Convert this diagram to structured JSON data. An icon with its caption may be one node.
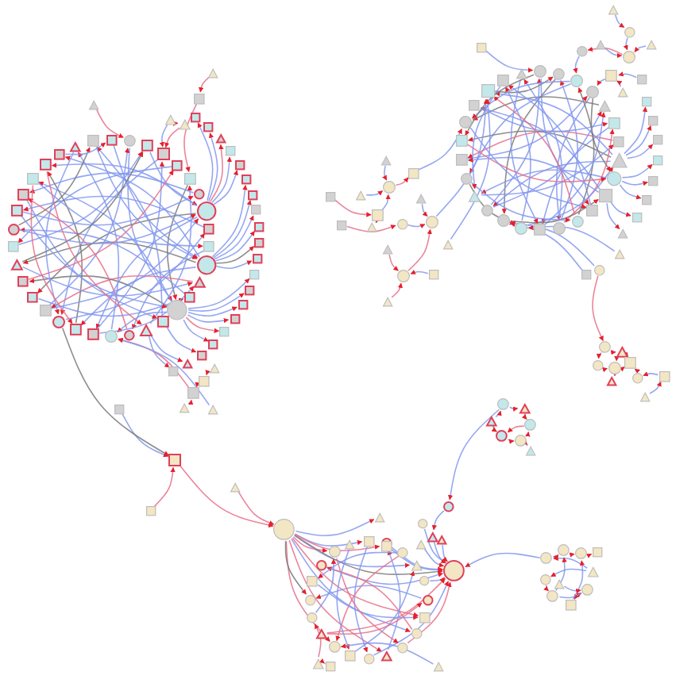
{
  "diagram": {
    "nodes": [
      {
        "text": [],
        "shape": "box"
      },
      {
        "text": [],
        "shape": "circle"
      },
      {
        "text": [],
        "shape": "box"
      },
      {
        "text": [],
        "shape": "box"
      },
      {
        "text": [],
        "shape": "box"
      },
      {
        "text": [],
        "shape": "box"
      },
      {
        "text": [],
        "shape": "circle"
      },
      {
        "text": [],
        "shape": "circle"
      },
      {
        "text": [],
        "shape": "box"
      },
      {
        "text": [],
        "shape": "box"
      },
      {
        "text": [],
        "shape": "circle"
      },
      {
        "text": [],
        "shape": "triangle"
      },
      {
        "text": [],
        "shape": "box"
      },
      {
        "text": [],
        "shape": "circle"
      },
      {
        "text": [],
        "shape": "box"
      },
      {
        "text": [],
        "shape": "triangle"
      },
      {
        "text": [],
        "shape": "circle"
      },
      {
        "text": [],
        "shape": "circle"
      },
      {
        "text": [],
        "shape": "box"
      },
      {
        "text": [],
        "shape": "box"
      },
      {
        "text": [],
        "shape": "circle"
      },
      {
        "text": [],
        "shape": "box"
      },
      {
        "text": [],
        "shape": "box"
      },
      {
        "text": [],
        "shape": "box"
      },
      {
        "text": [],
        "shape": "triangle"
      },
      {
        "text": [],
        "shape": "box"
      },
      {
        "text": [],
        "shape": "circle"
      },
      {
        "text": [],
        "shape": "box"
      },
      {
        "text": [],
        "shape": "box"
      },
      {
        "text": [],
        "shape": "box"
      },
      {
        "text": [],
        "shape": "box"
      },
      {
        "text": [],
        "shape": "box"
      },
      {
        "text": [],
        "shape": "triangle"
      },
      {
        "text": [],
        "shape": "box"
      },
      {
        "text": [],
        "shape": "box"
      },
      {
        "text": [],
        "shape": "box"
      },
      {
        "text": [],
        "shape": "triangle"
      },
      {
        "text": [],
        "shape": "box"
      },
      {
        "text": [],
        "shape": "box"
      },
      {
        "text": [],
        "shape": "box"
      },
      {
        "text": [],
        "shape": "box"
      },
      {
        "text": [],
        "shape": "box"
      },
      {
        "text": [],
        "shape": "box"
      },
      {
        "text": [],
        "shape": "box"
      },
      {
        "text": [],
        "shape": "box"
      },
      {
        "text": [],
        "shape": "box"
      },
      {
        "text": [],
        "shape": "box"
      },
      {
        "text": [],
        "shape": "box"
      },
      {
        "text": [],
        "shape": "box"
      },
      {
        "text": [],
        "shape": "box"
      },
      {
        "text": [],
        "shape": "box"
      },
      {
        "text": [],
        "shape": "box"
      },
      {
        "text": [],
        "shape": "triangle"
      },
      {
        "text": [],
        "shape": "box"
      },
      {
        "text": [],
        "shape": "triangle"
      },
      {
        "text": [],
        "shape": "box"
      },
      {
        "text": [],
        "shape": "triangle"
      },
      {
        "text": [],
        "shape": "triangle"
      },
      {
        "text": [],
        "shape": "triangle"
      },
      {
        "text": [],
        "shape": "triangle"
      },
      {
        "text": [],
        "shape": "box"
      },
      {
        "text": [],
        "shape": "box"
      },
      {
        "text": [],
        "shape": "triangle"
      },
      {
        "text": [],
        "shape": "triangle"
      },
      {
        "text": [],
        "shape": "box"
      },
      {
        "text": [],
        "shape": "circle"
      },
      {
        "text": [],
        "shape": "circle"
      },
      {
        "text": [],
        "shape": "circle"
      },
      {
        "text": [],
        "shape": "circle"
      },
      {
        "text": [],
        "shape": "triangle"
      },
      {
        "text": [],
        "shape": "box"
      },
      {
        "text": [],
        "shape": "box"
      },
      {
        "text": [],
        "shape": "triangle"
      },
      {
        "text": [],
        "shape": "circle"
      },
      {
        "text": [],
        "shape": "box"
      },
      {
        "text": [],
        "shape": "box"
      },
      {
        "text": [],
        "shape": "circle"
      },
      {
        "text": [],
        "shape": "circle"
      },
      {
        "text": [],
        "shape": "box"
      },
      {
        "text": [],
        "shape": "circle"
      },
      {
        "text": [],
        "shape": "circle"
      },
      {
        "text": [],
        "shape": "circle"
      },
      {
        "text": [],
        "shape": "triangle"
      },
      {
        "text": [],
        "shape": "circle"
      },
      {
        "text": [],
        "shape": "box"
      },
      {
        "text": [],
        "shape": "box"
      },
      {
        "text": [],
        "shape": "circle"
      },
      {
        "text": [],
        "shape": "box"
      },
      {
        "text": [],
        "shape": "box"
      },
      {
        "text": [],
        "shape": "box"
      },
      {
        "text": [],
        "shape": "triangle"
      },
      {
        "text": [],
        "shape": "box"
      },
      {
        "text": [],
        "shape": "box"
      },
      {
        "text": [],
        "shape": "box"
      },
      {
        "text": [],
        "shape": "box"
      },
      {
        "text": [],
        "shape": "box"
      },
      {
        "text": [],
        "shape": "box"
      },
      {
        "text": [],
        "shape": "box"
      },
      {
        "text": [],
        "shape": "triangle"
      },
      {
        "text": [],
        "shape": "triangle"
      },
      {
        "text": [],
        "shape": "circle"
      },
      {
        "text": [],
        "shape": "triangle"
      },
      {
        "text": [],
        "shape": "triangle"
      },
      {
        "text": [],
        "shape": "circle"
      },
      {
        "text": [],
        "shape": "circle"
      },
      {
        "text": [],
        "shape": "box"
      },
      {
        "text": [],
        "shape": "triangle"
      },
      {
        "text": [],
        "shape": "box"
      },
      {
        "text": [],
        "shape": "box"
      },
      {
        "text": [],
        "shape": "box"
      },
      {
        "text": [],
        "shape": "triangle"
      },
      {
        "text": [],
        "shape": "circle"
      },
      {
        "text": [],
        "shape": "triangle"
      },
      {
        "text": [],
        "shape": "box"
      },
      {
        "text": [],
        "shape": "box"
      },
      {
        "text": [],
        "shape": "triangle"
      },
      {
        "text": [],
        "shape": "box"
      },
      {
        "text": [],
        "shape": "circle"
      },
      {
        "text": [],
        "shape": "circle"
      },
      {
        "text": [],
        "shape": "triangle"
      },
      {
        "text": [],
        "shape": "triangle"
      },
      {
        "text": [],
        "shape": "circle"
      },
      {
        "text": [],
        "shape": "triangle"
      },
      {
        "text": [],
        "shape": "triangle"
      },
      {
        "text": [],
        "shape": "box"
      },
      {
        "text": [],
        "shape": "box"
      },
      {
        "text": [],
        "shape": "circle"
      },
      {
        "text": [],
        "shape": "triangle"
      },
      {
        "text": [],
        "shape": "circle"
      },
      {
        "text": [],
        "shape": "triangle"
      },
      {
        "text": [],
        "shape": "circle"
      },
      {
        "text": [],
        "shape": "circle"
      },
      {
        "text": [],
        "shape": "box"
      },
      {
        "text": [],
        "shape": "triangle"
      },
      {
        "text": [],
        "shape": "circle"
      },
      {
        "text": [],
        "shape": "box"
      },
      {
        "text": [],
        "shape": "triangle"
      },
      {
        "text": [],
        "shape": "box"
      },
      {
        "text": [],
        "shape": "box"
      },
      {
        "text": [],
        "shape": "triangle"
      },
      {
        "text": [],
        "shape": "box"
      },
      {
        "text": [],
        "shape": "circle"
      },
      {
        "text": [],
        "shape": "circle"
      },
      {
        "text": [],
        "shape": "triangle"
      },
      {
        "text": [],
        "shape": "circle"
      },
      {
        "text": [],
        "shape": "circle"
      },
      {
        "text": [],
        "shape": "box"
      },
      {
        "text": [],
        "shape": "circle"
      },
      {
        "text": [],
        "shape": "circle"
      },
      {
        "text": [],
        "shape": "triangle"
      },
      {
        "text": [],
        "shape": "circle"
      },
      {
        "text": [],
        "shape": "box"
      },
      {
        "text": [],
        "shape": "circle"
      },
      {
        "text": [],
        "shape": "triangle"
      },
      {
        "text": [],
        "shape": "circle"
      },
      {
        "text": [],
        "shape": "circle"
      },
      {
        "text": [],
        "shape": "box"
      },
      {
        "text": [],
        "shape": "circle"
      },
      {
        "text": [],
        "shape": "circle"
      },
      {
        "text": [],
        "shape": "triangle"
      },
      {
        "text": [],
        "shape": "circle"
      },
      {
        "text": [],
        "shape": "circle"
      },
      {
        "text": [],
        "shape": "triangle"
      },
      {
        "text": [],
        "shape": "box"
      },
      {
        "text": [],
        "shape": "triangle"
      },
      {
        "text": [],
        "shape": "triangle"
      },
      {
        "text": [],
        "shape": "triangle"
      },
      {
        "text": [],
        "shape": "triangle"
      },
      {
        "text": [],
        "shape": "box"
      },
      {
        "text": [],
        "shape": "circle"
      },
      {
        "text": [],
        "shape": "circle"
      },
      {
        "text": [],
        "shape": "triangle"
      },
      {
        "text": [],
        "shape": "circle"
      },
      {
        "text": [],
        "shape": "triangle"
      },
      {
        "text": [],
        "shape": "circle"
      },
      {
        "text": [],
        "shape": "circle"
      },
      {
        "text": [],
        "shape": "circle"
      },
      {
        "text": [],
        "shape": "triangle"
      },
      {
        "text": [],
        "shape": "triangle"
      },
      {
        "text": [],
        "shape": "circle"
      },
      {
        "text": [],
        "shape": "circle"
      },
      {
        "text": [],
        "shape": "circle"
      },
      {
        "text": [],
        "shape": "box"
      },
      {
        "text": [],
        "shape": "triangle"
      },
      {
        "text": [],
        "shape": "circle"
      },
      {
        "text": [],
        "shape": "circle"
      },
      {
        "text": [],
        "shape": "circle"
      },
      {
        "text": [],
        "shape": "box"
      },
      {
        "text": [],
        "shape": "triangle"
      }
    ],
    "edges": [
      {
        "from": 0,
        "to": 10,
        "arrow": "to"
      },
      {
        "from": 1,
        "to": 13,
        "arrow": "to"
      },
      {
        "from": 2,
        "to": 7,
        "arrow": "to"
      },
      {
        "from": 3,
        "to": 20,
        "arrow": "to"
      },
      {
        "from": 4,
        "to": 25,
        "arrow": "to"
      },
      {
        "from": 5,
        "to": 13,
        "arrow": "to",
        "color": "#7a7a7a"
      },
      {
        "from": 6,
        "to": 28,
        "arrow": "to"
      },
      {
        "from": 7,
        "to": 18,
        "arrow": "to"
      },
      {
        "from": 7,
        "to": 22,
        "arrow": "to",
        "color": "#7a7a7a"
      },
      {
        "from": 7,
        "to": 30,
        "arrow": "to"
      },
      {
        "from": 8,
        "to": 27,
        "arrow": "to"
      },
      {
        "from": 9,
        "to": 16,
        "arrow": "to"
      },
      {
        "from": 10,
        "to": 19,
        "arrow": "to"
      },
      {
        "from": 10,
        "to": 24,
        "arrow": "to",
        "color": "#7a7a7a"
      },
      {
        "from": 10,
        "to": 31,
        "arrow": "to"
      },
      {
        "from": 11,
        "to": 21,
        "arrow": "to",
        "color": "#e8708a"
      },
      {
        "from": 12,
        "to": 26,
        "arrow": "to"
      },
      {
        "from": 13,
        "to": 17,
        "arrow": "to"
      },
      {
        "from": 13,
        "to": 23,
        "arrow": "to",
        "color": "#7a7a7a"
      },
      {
        "from": 13,
        "to": 29,
        "arrow": "to"
      },
      {
        "from": 14,
        "to": 33,
        "arrow": "to"
      },
      {
        "from": 15,
        "to": 5,
        "arrow": "to"
      },
      {
        "from": 16,
        "to": 28,
        "arrow": "to",
        "color": "#e8708a"
      },
      {
        "from": 17,
        "to": 32,
        "arrow": "to"
      },
      {
        "from": 18,
        "to": 3,
        "arrow": "to"
      },
      {
        "from": 19,
        "to": 30,
        "arrow": "to",
        "color": "#7a7a7a"
      },
      {
        "from": 20,
        "to": 8,
        "arrow": "to"
      },
      {
        "from": 21,
        "to": 1,
        "arrow": "to"
      },
      {
        "from": 22,
        "to": 12,
        "arrow": "to"
      },
      {
        "from": 23,
        "to": 4,
        "arrow": "to",
        "color": "#e8708a"
      },
      {
        "from": 24,
        "to": 11,
        "arrow": "to"
      },
      {
        "from": 25,
        "to": 2,
        "arrow": "to"
      },
      {
        "from": 26,
        "to": 33,
        "arrow": "to",
        "color": "#7a7a7a"
      },
      {
        "from": 27,
        "to": 6,
        "arrow": "to"
      },
      {
        "from": 28,
        "to": 14,
        "arrow": "to"
      },
      {
        "from": 29,
        "to": 9,
        "arrow": "to"
      },
      {
        "from": 30,
        "to": 15,
        "arrow": "to",
        "color": "#e8708a"
      },
      {
        "from": 31,
        "to": 0,
        "arrow": "to"
      },
      {
        "from": 32,
        "to": 20,
        "arrow": "to"
      },
      {
        "from": 33,
        "to": 10,
        "arrow": "to"
      },
      {
        "from": 18,
        "to": 11,
        "arrow": "to"
      },
      {
        "from": 21,
        "to": 7,
        "arrow": "to"
      },
      {
        "from": 24,
        "to": 2,
        "arrow": "to",
        "color": "#7a7a7a"
      },
      {
        "from": 27,
        "to": 13,
        "arrow": "to"
      },
      {
        "from": 29,
        "to": 19,
        "arrow": "to",
        "color": "#e8708a"
      },
      {
        "from": 26,
        "to": 7,
        "arrow": "to"
      },
      {
        "from": 7,
        "to": 34,
        "arrow": "to"
      },
      {
        "from": 7,
        "to": 35,
        "arrow": "to"
      },
      {
        "from": 7,
        "to": 36,
        "arrow": "to",
        "color": "#e8708a"
      },
      {
        "from": 7,
        "to": 37,
        "arrow": "to"
      },
      {
        "from": 7,
        "to": 38,
        "arrow": "to"
      },
      {
        "from": 10,
        "to": 39,
        "arrow": "to"
      },
      {
        "from": 10,
        "to": 40,
        "arrow": "to"
      },
      {
        "from": 10,
        "to": 41,
        "arrow": "to"
      },
      {
        "from": 10,
        "to": 42,
        "arrow": "to"
      },
      {
        "from": 10,
        "to": 43,
        "arrow": "to",
        "color": "#7a7a7a"
      },
      {
        "from": 10,
        "to": 44,
        "arrow": "to"
      },
      {
        "from": 13,
        "to": 45,
        "arrow": "to"
      },
      {
        "from": 13,
        "to": 46,
        "arrow": "to"
      },
      {
        "from": 13,
        "to": 47,
        "arrow": "to"
      },
      {
        "from": 13,
        "to": 48,
        "arrow": "to"
      },
      {
        "from": 13,
        "to": 49,
        "arrow": "to",
        "color": "#e8708a"
      },
      {
        "from": 13,
        "to": 50,
        "arrow": "to"
      },
      {
        "from": 14,
        "to": 51,
        "arrow": "to"
      },
      {
        "from": 15,
        "to": 52,
        "arrow": "to"
      },
      {
        "from": 15,
        "to": 53,
        "arrow": "to"
      },
      {
        "from": 54,
        "to": 55,
        "arrow": "to",
        "color": "#e8708a"
      },
      {
        "from": 55,
        "to": 5,
        "arrow": "to",
        "color": "#e8708a"
      },
      {
        "from": 56,
        "to": 57,
        "arrow": "to"
      },
      {
        "from": 57,
        "to": 3,
        "arrow": "to",
        "color": "#e8708a"
      },
      {
        "from": 56,
        "to": 3,
        "arrow": "to"
      },
      {
        "from": 58,
        "to": 1,
        "arrow": "to",
        "color": "#e8708a"
      },
      {
        "from": 59,
        "to": 60,
        "arrow": "to"
      },
      {
        "from": 60,
        "to": 61,
        "arrow": "to",
        "color": "#e8708a"
      },
      {
        "from": 62,
        "to": 61,
        "arrow": "to"
      },
      {
        "from": 61,
        "to": 17,
        "arrow": "to",
        "color": "#e8708a"
      },
      {
        "from": 63,
        "to": 17,
        "arrow": "to"
      },
      {
        "from": 64,
        "to": 137,
        "arrow": "to"
      },
      {
        "from": 20,
        "to": 137,
        "arrow": "to",
        "color": "#7a7a7a"
      },
      {
        "from": 137,
        "to": 160,
        "arrow": "to",
        "color": "#e8708a"
      },
      {
        "from": 138,
        "to": 137,
        "arrow": "to",
        "color": "#e8708a"
      },
      {
        "from": 139,
        "to": 160,
        "arrow": "to",
        "color": "#e8708a"
      },
      {
        "from": 65,
        "to": 75,
        "arrow": "to"
      },
      {
        "from": 66,
        "to": 80,
        "arrow": "to",
        "color": "#7a7a7a"
      },
      {
        "from": 67,
        "to": 83,
        "arrow": "to"
      },
      {
        "from": 68,
        "to": 77,
        "arrow": "to"
      },
      {
        "from": 69,
        "to": 86,
        "arrow": "to",
        "color": "#7a7a7a"
      },
      {
        "from": 70,
        "to": 78,
        "arrow": "to"
      },
      {
        "from": 71,
        "to": 84,
        "arrow": "to",
        "color": "#e8708a"
      },
      {
        "from": 72,
        "to": 81,
        "arrow": "to"
      },
      {
        "from": 72,
        "to": 85,
        "arrow": "to",
        "color": "#7a7a7a"
      },
      {
        "from": 72,
        "to": 88,
        "arrow": "to"
      },
      {
        "from": 73,
        "to": 82,
        "arrow": "to"
      },
      {
        "from": 74,
        "to": 87,
        "arrow": "to"
      },
      {
        "from": 75,
        "to": 89,
        "arrow": "to"
      },
      {
        "from": 76,
        "to": 67,
        "arrow": "to",
        "color": "#7a7a7a"
      },
      {
        "from": 77,
        "to": 66,
        "arrow": "to"
      },
      {
        "from": 77,
        "to": 70,
        "arrow": "to",
        "color": "#e8708a"
      },
      {
        "from": 77,
        "to": 90,
        "arrow": "to"
      },
      {
        "from": 78,
        "to": 69,
        "arrow": "to"
      },
      {
        "from": 79,
        "to": 72,
        "arrow": "to"
      },
      {
        "from": 80,
        "to": 74,
        "arrow": "to",
        "color": "#7a7a7a"
      },
      {
        "from": 81,
        "to": 65,
        "arrow": "to"
      },
      {
        "from": 82,
        "to": 71,
        "arrow": "to"
      },
      {
        "from": 83,
        "to": 76,
        "arrow": "to"
      },
      {
        "from": 83,
        "to": 79,
        "arrow": "to",
        "color": "#7a7a7a"
      },
      {
        "from": 84,
        "to": 68,
        "arrow": "to"
      },
      {
        "from": 85,
        "to": 73,
        "arrow": "to",
        "color": "#e8708a"
      },
      {
        "from": 86,
        "to": 75,
        "arrow": "to"
      },
      {
        "from": 87,
        "to": 70,
        "arrow": "to"
      },
      {
        "from": 88,
        "to": 66,
        "arrow": "to",
        "color": "#7a7a7a"
      },
      {
        "from": 89,
        "to": 82,
        "arrow": "to"
      },
      {
        "from": 90,
        "to": 78,
        "arrow": "to"
      },
      {
        "from": 67,
        "to": 86,
        "arrow": "to"
      },
      {
        "from": 68,
        "to": 73,
        "arrow": "to",
        "color": "#7a7a7a"
      },
      {
        "from": 74,
        "to": 84,
        "arrow": "to"
      },
      {
        "from": 76,
        "to": 88,
        "arrow": "to",
        "color": "#e8708a"
      },
      {
        "from": 79,
        "to": 89,
        "arrow": "to"
      },
      {
        "from": 81,
        "to": 69,
        "arrow": "to"
      },
      {
        "from": 65,
        "to": 85,
        "arrow": "to",
        "color": "#7a7a7a"
      },
      {
        "from": 72,
        "to": 91,
        "arrow": "to"
      },
      {
        "from": 72,
        "to": 92,
        "arrow": "to"
      },
      {
        "from": 72,
        "to": 93,
        "arrow": "to"
      },
      {
        "from": 73,
        "to": 94,
        "arrow": "to"
      },
      {
        "from": 73,
        "to": 95,
        "arrow": "to"
      },
      {
        "from": 73,
        "to": 96,
        "arrow": "to"
      },
      {
        "from": 74,
        "to": 97,
        "arrow": "to"
      },
      {
        "from": 74,
        "to": 98,
        "arrow": "to"
      },
      {
        "from": 99,
        "to": 100,
        "arrow": "to"
      },
      {
        "from": 100,
        "to": 103,
        "arrow": "to"
      },
      {
        "from": 101,
        "to": 103,
        "arrow": "to"
      },
      {
        "from": 102,
        "to": 103,
        "arrow": "to"
      },
      {
        "from": 103,
        "to": 104,
        "arrow": "to",
        "color": "#e8708a"
      },
      {
        "from": 104,
        "to": 67,
        "arrow": "to"
      },
      {
        "from": 106,
        "to": 105,
        "arrow": "to"
      },
      {
        "from": 105,
        "to": 68,
        "arrow": "to"
      },
      {
        "from": 107,
        "to": 105,
        "arrow": "to"
      },
      {
        "from": 108,
        "to": 65,
        "arrow": "to"
      },
      {
        "from": 109,
        "to": 86,
        "arrow": "to"
      },
      {
        "from": 110,
        "to": 111,
        "arrow": "to"
      },
      {
        "from": 111,
        "to": 109,
        "arrow": "to",
        "color": "#e8708a"
      },
      {
        "from": 112,
        "to": 111,
        "arrow": "to"
      },
      {
        "from": 113,
        "to": 114,
        "arrow": "to",
        "color": "#e8708a"
      },
      {
        "from": 115,
        "to": 114,
        "arrow": "to"
      },
      {
        "from": 114,
        "to": 111,
        "arrow": "to"
      },
      {
        "from": 116,
        "to": 117,
        "arrow": "to",
        "color": "#e8708a"
      },
      {
        "from": 117,
        "to": 118,
        "arrow": "to"
      },
      {
        "from": 118,
        "to": 88,
        "arrow": "to"
      },
      {
        "from": 119,
        "to": 118,
        "arrow": "to"
      },
      {
        "from": 120,
        "to": 88,
        "arrow": "to"
      },
      {
        "from": 121,
        "to": 118,
        "arrow": "to",
        "color": "#e8708a"
      },
      {
        "from": 122,
        "to": 121,
        "arrow": "to",
        "color": "#e8708a"
      },
      {
        "from": 123,
        "to": 121,
        "arrow": "to",
        "color": "#e8708a"
      },
      {
        "from": 124,
        "to": 121,
        "arrow": "to"
      },
      {
        "from": 125,
        "to": 80,
        "arrow": "to"
      },
      {
        "from": 126,
        "to": 80,
        "arrow": "to"
      },
      {
        "from": 127,
        "to": 79,
        "arrow": "to"
      },
      {
        "from": 126,
        "to": 128,
        "arrow": "to",
        "color": "#e8708a"
      },
      {
        "from": 128,
        "to": 129,
        "arrow": "to"
      },
      {
        "from": 128,
        "to": 130,
        "arrow": "to"
      },
      {
        "from": 130,
        "to": 131,
        "arrow": "to"
      },
      {
        "from": 129,
        "to": 131,
        "arrow": "to"
      },
      {
        "from": 131,
        "to": 132,
        "arrow": "to"
      },
      {
        "from": 133,
        "to": 131,
        "arrow": "to"
      },
      {
        "from": 134,
        "to": 132,
        "arrow": "to"
      },
      {
        "from": 135,
        "to": 134,
        "arrow": "to"
      },
      {
        "from": 136,
        "to": 135,
        "arrow": "to"
      },
      {
        "from": 132,
        "to": 129,
        "arrow": "to"
      },
      {
        "from": 160,
        "to": 140,
        "arrow": "to"
      },
      {
        "from": 160,
        "to": 143,
        "arrow": "to"
      },
      {
        "from": 160,
        "to": 146,
        "arrow": "to",
        "color": "#e8708a"
      },
      {
        "from": 160,
        "to": 149,
        "arrow": "to",
        "color": "#e8708a"
      },
      {
        "from": 160,
        "to": 152,
        "arrow": "to",
        "color": "#e8708a"
      },
      {
        "from": 160,
        "to": 155,
        "arrow": "to",
        "color": "#7a7a7a"
      },
      {
        "from": 160,
        "to": 158,
        "arrow": "to",
        "color": "#e8708a"
      },
      {
        "from": 160,
        "to": 162,
        "arrow": "to"
      },
      {
        "from": 160,
        "to": 161,
        "arrow": "to",
        "color": "#7a7a7a"
      },
      {
        "from": 160,
        "to": 163,
        "arrow": "to",
        "color": "#e8708a"
      },
      {
        "from": 160,
        "to": 147,
        "arrow": "to"
      },
      {
        "from": 141,
        "to": 161,
        "arrow": "to"
      },
      {
        "from": 144,
        "to": 161,
        "arrow": "to"
      },
      {
        "from": 148,
        "to": 161,
        "arrow": "to",
        "color": "#e8708a"
      },
      {
        "from": 150,
        "to": 161,
        "arrow": "to"
      },
      {
        "from": 153,
        "to": 161,
        "arrow": "to",
        "color": "#e8708a"
      },
      {
        "from": 157,
        "to": 161,
        "arrow": "to"
      },
      {
        "from": 163,
        "to": 161,
        "arrow": "to"
      },
      {
        "from": 164,
        "to": 161,
        "arrow": "to"
      },
      {
        "from": 165,
        "to": 161,
        "arrow": "to"
      },
      {
        "from": 179,
        "to": 161,
        "arrow": "to"
      },
      {
        "from": 140,
        "to": 150,
        "arrow": "to"
      },
      {
        "from": 142,
        "to": 152,
        "arrow": "to",
        "color": "#e8708a"
      },
      {
        "from": 145,
        "to": 155,
        "arrow": "to"
      },
      {
        "from": 147,
        "to": 157,
        "arrow": "to",
        "color": "#e8708a"
      },
      {
        "from": 149,
        "to": 141,
        "arrow": "to"
      },
      {
        "from": 151,
        "to": 143,
        "arrow": "to"
      },
      {
        "from": 153,
        "to": 145,
        "arrow": "to",
        "color": "#e8708a"
      },
      {
        "from": 154,
        "to": 158,
        "arrow": "to"
      },
      {
        "from": 156,
        "to": 146,
        "arrow": "to"
      },
      {
        "from": 158,
        "to": 148,
        "arrow": "to",
        "color": "#e8708a"
      },
      {
        "from": 159,
        "to": 151,
        "arrow": "to"
      },
      {
        "from": 142,
        "to": 156,
        "arrow": "to"
      },
      {
        "from": 166,
        "to": 154,
        "arrow": "to",
        "color": "#e8708a"
      },
      {
        "from": 168,
        "to": 166,
        "arrow": "to"
      },
      {
        "from": 167,
        "to": 152,
        "arrow": "to"
      },
      {
        "from": 172,
        "to": 169,
        "arrow": "to"
      },
      {
        "from": 169,
        "to": 171,
        "arrow": "to"
      },
      {
        "from": 170,
        "to": 161,
        "arrow": "to"
      },
      {
        "from": 171,
        "to": 161,
        "arrow": "to"
      },
      {
        "from": 172,
        "to": 173,
        "arrow": "to"
      },
      {
        "from": 173,
        "to": 174,
        "arrow": "to",
        "color": "#7a7a7a"
      },
      {
        "from": 174,
        "to": 175,
        "arrow": "to",
        "color": "#e8708a"
      },
      {
        "from": 175,
        "to": 176,
        "arrow": "to"
      },
      {
        "from": 176,
        "to": 174,
        "arrow": "to",
        "color": "#e8708a"
      },
      {
        "from": 177,
        "to": 172,
        "arrow": "to"
      },
      {
        "from": 177,
        "to": 175,
        "arrow": "to",
        "color": "#7a7a7a"
      },
      {
        "from": 178,
        "to": 176,
        "arrow": "to"
      },
      {
        "from": 179,
        "to": 180,
        "arrow": "to"
      },
      {
        "from": 180,
        "to": 181,
        "arrow": "to",
        "color": "#e8708a"
      },
      {
        "from": 181,
        "to": 182,
        "arrow": "to"
      },
      {
        "from": 183,
        "to": 179,
        "arrow": "to"
      },
      {
        "from": 183,
        "to": 184,
        "arrow": "to"
      },
      {
        "from": 184,
        "to": 185,
        "arrow": "to",
        "color": "#e8708a"
      },
      {
        "from": 185,
        "to": 186,
        "arrow": "to"
      },
      {
        "from": 186,
        "to": 187,
        "arrow": "to"
      },
      {
        "from": 187,
        "to": 181,
        "arrow": "to"
      },
      {
        "from": 185,
        "to": 180,
        "arrow": "to"
      },
      {
        "from": 188,
        "to": 186,
        "arrow": "to"
      }
    ]
  }
}
